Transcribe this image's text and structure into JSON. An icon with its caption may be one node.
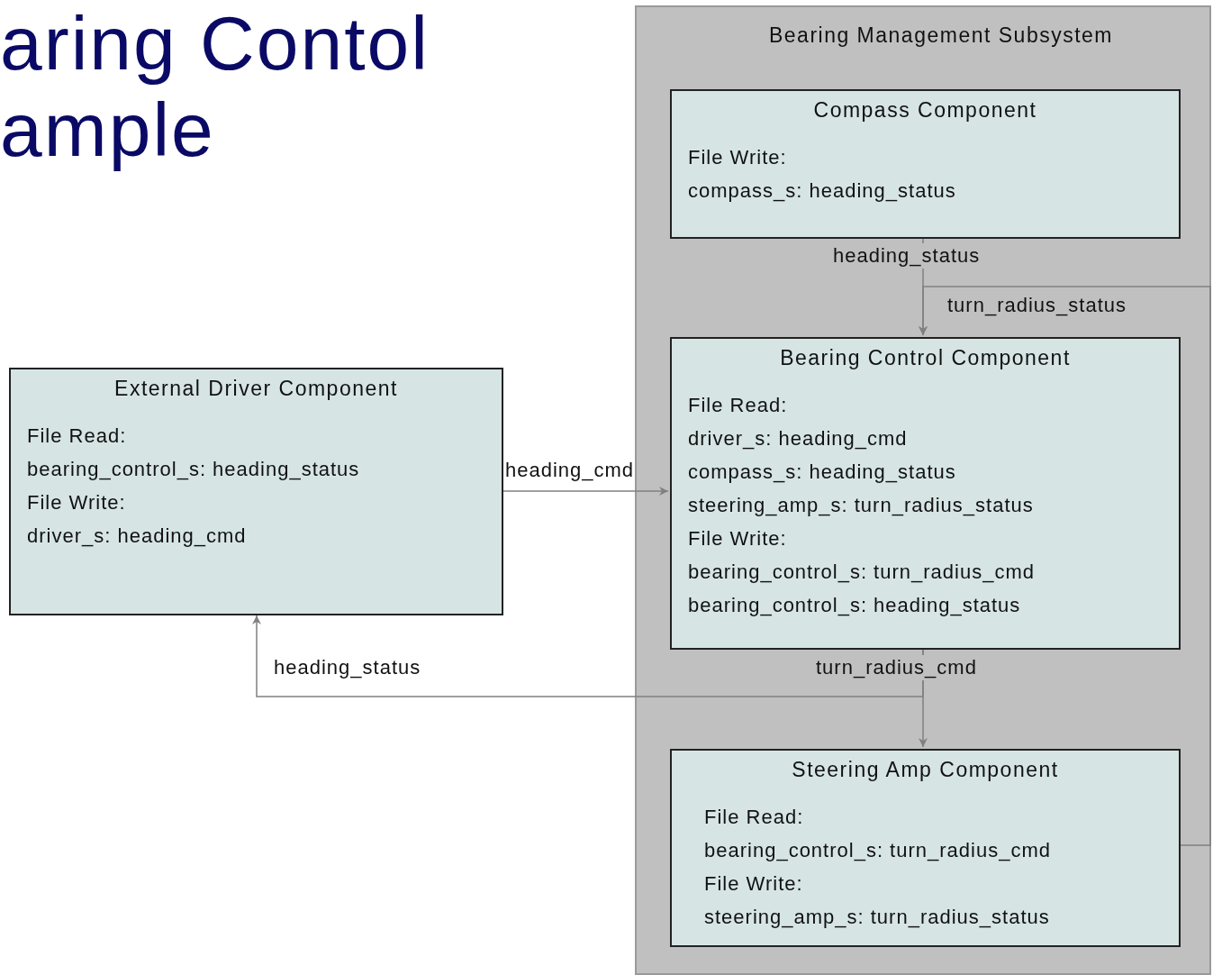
{
  "diagram": {
    "title": "aring Contol ample",
    "nodes": [
      {
        "text": [
          "Bearing Management Subsystem"
        ]
      },
      {
        "text": [
          "Compass Component",
          "File Write:",
          "compass_s: heading_status"
        ],
        "in": 0
      },
      {
        "text": [
          "Bearing Control Component",
          "File Read:",
          "driver_s: heading_cmd",
          "compass_s: heading_status",
          "steering_amp_s: turn_radius_status",
          "File Write:",
          "bearing_control_s: turn_radius_cmd",
          "bearing_control_s: heading_status"
        ],
        "in": 0
      },
      {
        "text": [
          "Steering Amp Component",
          "File Read:",
          "bearing_control_s: turn_radius_cmd",
          "File Write:",
          "steering_amp_s: turn_radius_status"
        ],
        "in": 0
      },
      {
        "text": [
          "External Driver Component",
          "File Read:",
          "bearing_control_s: heading_status",
          "File Write:",
          "driver_s: heading_cmd"
        ]
      }
    ],
    "edges": [
      {
        "from": 1,
        "to": 2,
        "arrow": "to",
        "label": "heading_status"
      },
      {
        "from": 3,
        "to": 2,
        "arrow": "to",
        "label": "turn_radius_status"
      },
      {
        "from": 4,
        "to": 2,
        "arrow": "to",
        "label": "heading_cmd"
      },
      {
        "from": 2,
        "to": 3,
        "arrow": "to",
        "label": "turn_radius_cmd"
      },
      {
        "from": 2,
        "to": 4,
        "arrow": "to",
        "label": "heading_status"
      }
    ]
  }
}
